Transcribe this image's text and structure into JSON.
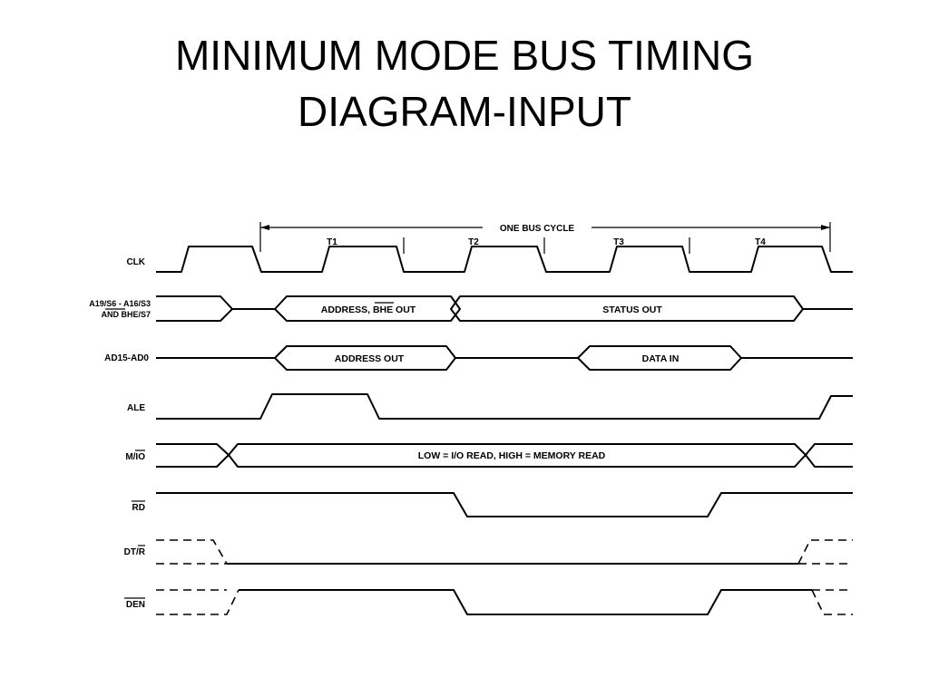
{
  "title": {
    "line1": "MINIMUM MODE BUS TIMING",
    "line2": "DIAGRAM-INPUT"
  },
  "bus_cycle": {
    "label": "ONE BUS CYCLE",
    "states": [
      "T1",
      "T2",
      "T3",
      "T4"
    ]
  },
  "signals": {
    "clk": "CLK",
    "addr_status_line1": "A19/S6 - A16/S3",
    "addr_status_line2": "AND BHE/S7",
    "ad": "AD15-AD0",
    "ale": "ALE",
    "mio": "M/IO",
    "rd": "RD",
    "dtr": "DT/R",
    "den": "DEN"
  },
  "boxes": {
    "address_bhe_out": "ADDRESS, BHE OUT",
    "status_out": "STATUS OUT",
    "address_out": "ADDRESS OUT",
    "data_in": "DATA IN",
    "mio_note": "LOW = I/O READ, HIGH = MEMORY READ"
  }
}
